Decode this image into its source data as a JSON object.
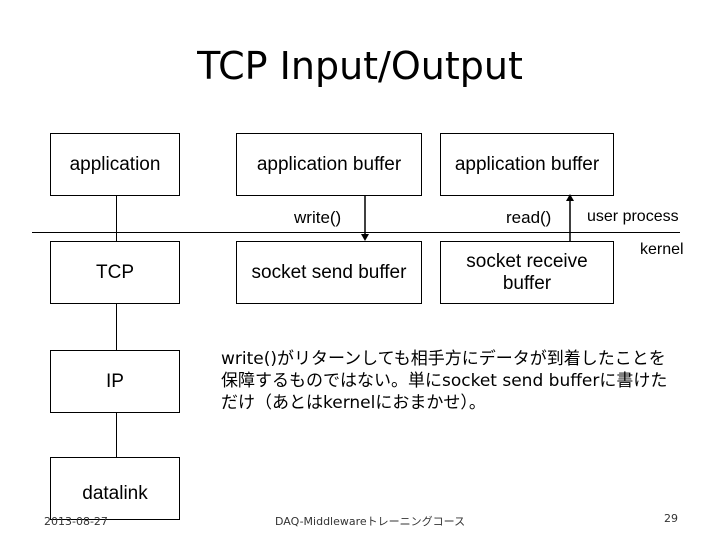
{
  "title": "TCP Input/Output",
  "stack": {
    "application": "application",
    "tcp": "TCP",
    "ip": "IP",
    "datalink": "datalink"
  },
  "buffers": {
    "app_buffer_send": "application buffer",
    "app_buffer_recv": "application buffer",
    "socket_send": "socket send buffer",
    "socket_recv": "socket receive\nbuffer"
  },
  "calls": {
    "write": "write()",
    "read": "read()"
  },
  "regions": {
    "user": "user process",
    "kernel": "kernel"
  },
  "note": "write()がリターンしても相手方にデータが到着したことを\n保障するものではない。単にsocket send bufferに書けた\nだけ（あとはkernelにおまかせ）。",
  "footer": {
    "date": "2013-08-27",
    "course": "DAQ-Middlewareトレーニングコース",
    "page": "29"
  }
}
